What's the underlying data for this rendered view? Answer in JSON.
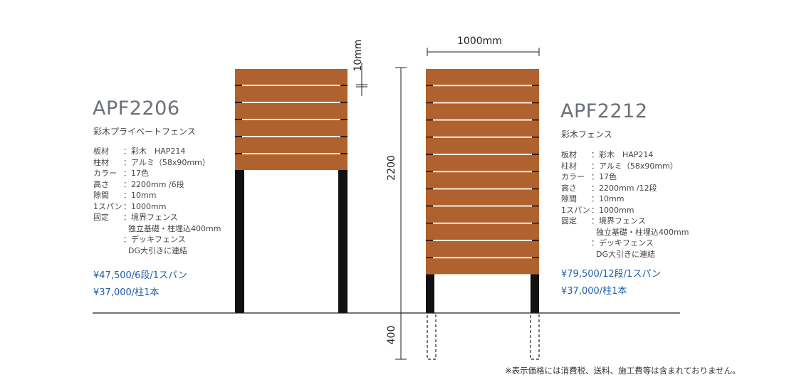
{
  "left_product": {
    "model": "APF2206",
    "subtitle": "彩木プライベートフェンス",
    "boards": 6,
    "specs": [
      {
        "key": "板材",
        "value": "：彩木　HAP214"
      },
      {
        "key": "柱材",
        "value": "：アルミ（58x90mm）"
      },
      {
        "key": "カラー",
        "value": "：17色"
      },
      {
        "key": "高さ",
        "value": "：2200mm /6段"
      },
      {
        "key": "隙間",
        "value": "：10mm"
      },
      {
        "key": "1スパン",
        "value": "：1000mm"
      },
      {
        "key": "固定",
        "value": "：境界フェンス"
      }
    ],
    "fix_lines": [
      "独立基礎・柱埋込400mm",
      "：デッキフェンス",
      "DG大引きに連結"
    ],
    "price_panel": "¥47,500/6段/1スパン",
    "price_post": "¥37,000/柱1本"
  },
  "right_product": {
    "model": "APF2212",
    "subtitle": "彩木フェンス",
    "boards": 12,
    "specs": [
      {
        "key": "板材",
        "value": "：彩木　HAP214"
      },
      {
        "key": "柱材",
        "value": "：アルミ（58x90mm）"
      },
      {
        "key": "カラー",
        "value": "：17色"
      },
      {
        "key": "高さ",
        "value": "：2200mm /12段"
      },
      {
        "key": "隙間",
        "value": "：10mm"
      },
      {
        "key": "1スパン",
        "value": "：1000mm"
      },
      {
        "key": "固定",
        "value": "：境界フェンス"
      }
    ],
    "fix_lines": [
      "独立基礎・柱埋込400mm",
      "：デッキフェンス",
      "DG大引きに連結"
    ],
    "price_panel": "¥79,500/12段/1スパン",
    "price_post": "¥37,000/柱1本"
  },
  "dimensions": {
    "gap": "10mm",
    "width": "1000mm",
    "height": "2200",
    "depth": "400"
  },
  "note": "※表示価格には消費税、送料、施工費等は含まれておりません。",
  "colors": {
    "wood": "#b0622e",
    "post": "#111111",
    "price": "#1d5ea8"
  }
}
